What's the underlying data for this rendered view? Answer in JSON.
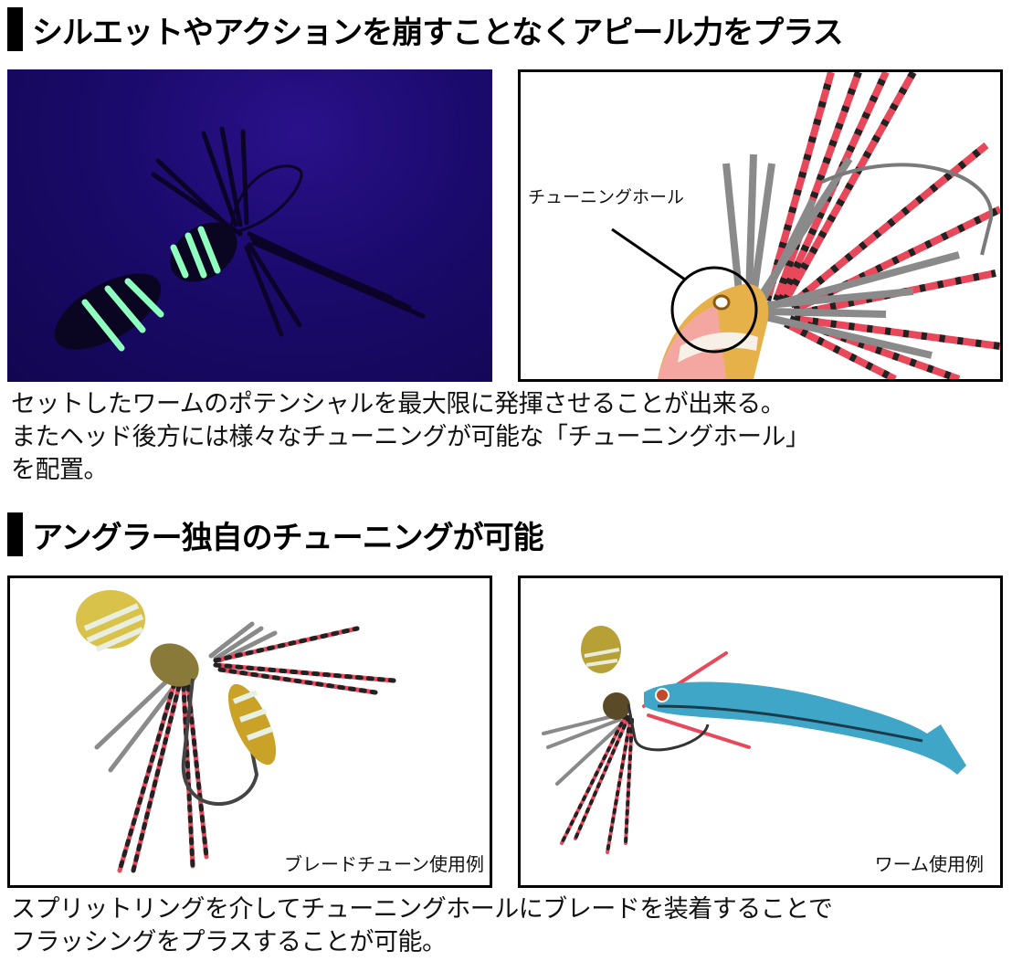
{
  "section1": {
    "heading": "シルエットやアクションを崩すことなくアピール力をプラス",
    "photo_left": {
      "alt": "UV-lit lure with glowing green stripes on dark blue background",
      "bg_color": "#1a0a6b"
    },
    "photo_right": {
      "callout_label": "チューニングホール",
      "alt": "Close-up of lure head with tuning hole circled"
    },
    "body_lines": [
      "セットしたワームのポテンシャルを最大限に発揮させることが出来る。",
      "またヘッド後方には様々なチューニングが可能な「チューニングホール」",
      "を配置。"
    ]
  },
  "section2": {
    "heading": "アングラー独自のチューニングが可能",
    "photo_left": {
      "caption": "ブレードチューン使用例",
      "alt": "Lure with added blade via split ring"
    },
    "photo_right": {
      "caption": "ワーム使用例",
      "alt": "Lure rigged with blue swimbait worm"
    },
    "body_lines": [
      "スプリットリングを介してチューニングホールにブレードを装着することで",
      "フラッシングをプラスすることが可能。"
    ]
  },
  "colors": {
    "accent_bar": "#000000",
    "uv_background": "#1a0a6b",
    "glow_green": "#8fffc0",
    "skirt_red": "#e8485a",
    "skirt_gray": "#8a8a8a",
    "gold": "#c9a227",
    "worm_blue": "#3fa6c8"
  }
}
